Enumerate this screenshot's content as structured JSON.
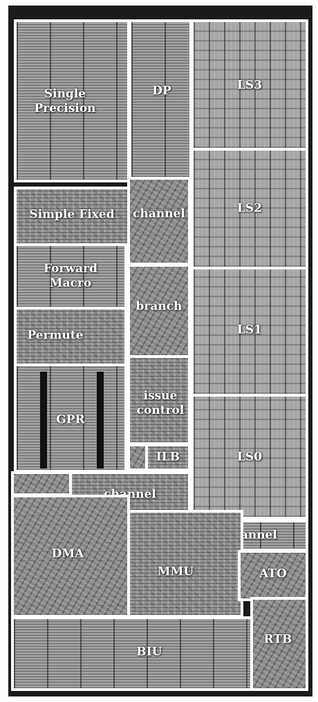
{
  "diagram": {
    "blocks": [
      {
        "id": "single-precision",
        "lines": [
          "Single",
          "Precision"
        ]
      },
      {
        "id": "dp",
        "lines": [
          "DP"
        ]
      },
      {
        "id": "ls3",
        "lines": [
          "LS3"
        ]
      },
      {
        "id": "simple-fixed",
        "lines": [
          "Simple Fixed"
        ]
      },
      {
        "id": "channel-upper",
        "lines": [
          "channel"
        ]
      },
      {
        "id": "ls2",
        "lines": [
          "LS2"
        ]
      },
      {
        "id": "forward-macro",
        "lines": [
          "Forward",
          "Macro"
        ]
      },
      {
        "id": "branch",
        "lines": [
          "branch"
        ]
      },
      {
        "id": "ls1",
        "lines": [
          "LS1"
        ]
      },
      {
        "id": "permute",
        "lines": [
          "Permute"
        ]
      },
      {
        "id": "gpr",
        "lines": [
          "GPR"
        ]
      },
      {
        "id": "issue-control",
        "lines": [
          "issue",
          "control"
        ]
      },
      {
        "id": "ilb",
        "lines": [
          "ILB"
        ]
      },
      {
        "id": "ls0",
        "lines": [
          "LS0"
        ]
      },
      {
        "id": "channel-middle",
        "lines": [
          "channel"
        ]
      },
      {
        "id": "channel-right",
        "lines": [
          "channel"
        ]
      },
      {
        "id": "dma",
        "lines": [
          "DMA"
        ]
      },
      {
        "id": "mmu",
        "lines": [
          "MMU"
        ]
      },
      {
        "id": "ato",
        "lines": [
          "ATO"
        ]
      },
      {
        "id": "rtb",
        "lines": [
          "RTB"
        ]
      },
      {
        "id": "biu",
        "lines": [
          "BIU"
        ]
      }
    ]
  }
}
